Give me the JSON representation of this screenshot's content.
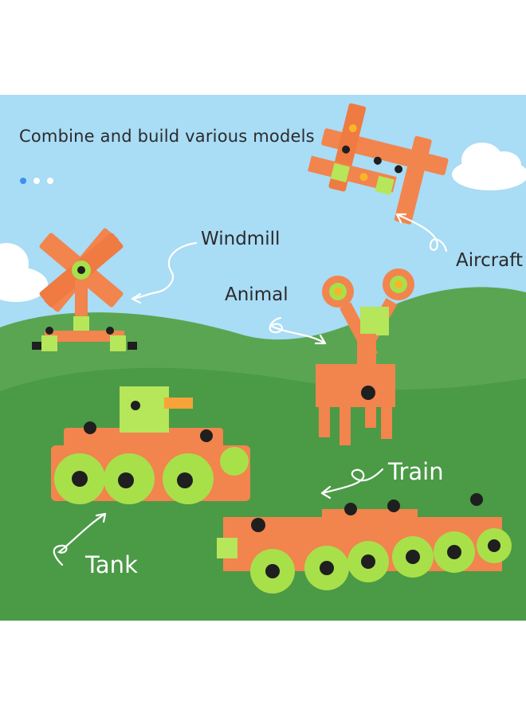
{
  "headline": "Combine and build various models",
  "carousel": {
    "count": 3,
    "active_index": 0
  },
  "models": {
    "windmill": "Windmill",
    "aircraft": "Aircraft",
    "animal": "Animal",
    "train": "Train",
    "tank": "Tank"
  },
  "colors": {
    "sky": "#a9dcf5",
    "hill_back": "#5aa552",
    "hill_front": "#4b9a46",
    "block_orange": "#f2844e",
    "cube_green": "#b6e65a",
    "wheel_green": "#a8e04a",
    "bolt_black": "#1f1f1f"
  }
}
